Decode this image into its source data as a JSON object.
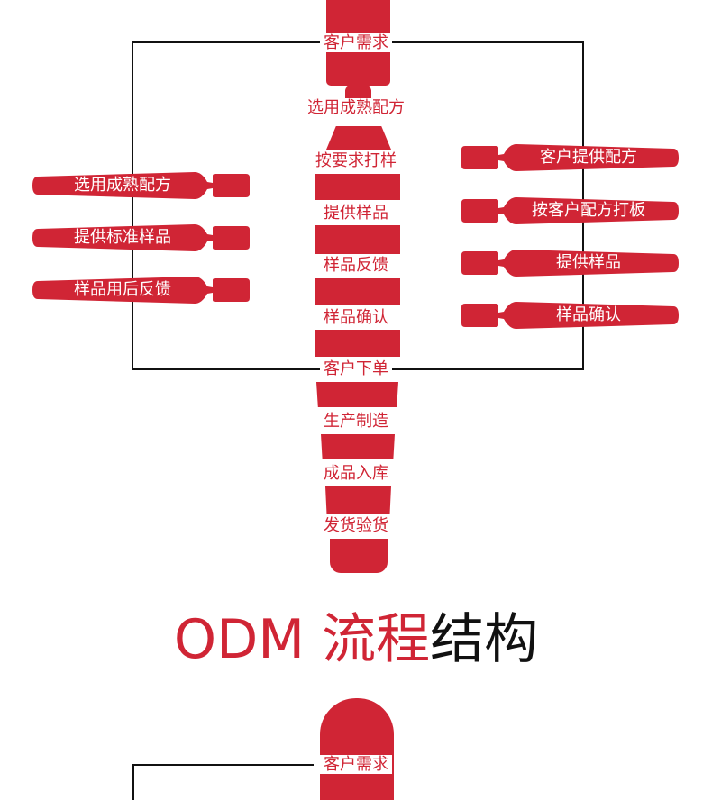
{
  "colors": {
    "accent": "#d02535",
    "line": "#111111"
  },
  "center_steps": [
    "客户需求",
    "选用成熟配方",
    "按要求打样",
    "提供样品",
    "样品反馈",
    "样品确认",
    "客户下单",
    "生产制造",
    "成品入库",
    "发货验货"
  ],
  "left_branch": [
    "选用成熟配方",
    "提供标准样品",
    "样品用后反馈"
  ],
  "right_branch": [
    "客户提供配方",
    "按客户配方打板",
    "提供样品",
    "样品确认"
  ],
  "section_title": {
    "latin": "ODM",
    "red": "流程",
    "black": "结构"
  },
  "odm": {
    "first_step": "客户需求"
  }
}
